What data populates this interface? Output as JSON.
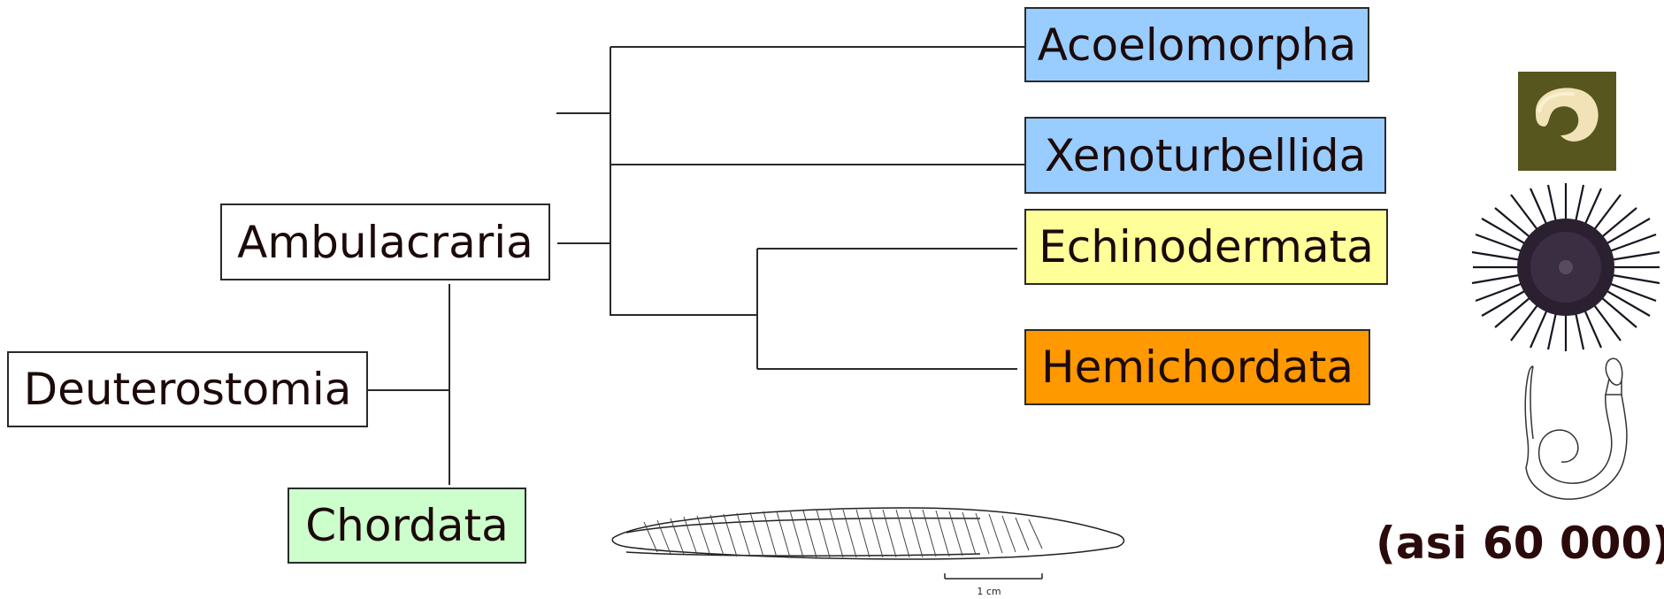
{
  "taxa": {
    "acoelomorpha": "Acoelomorpha",
    "xenoturbellida": "Xenoturbellida",
    "echinodermata": "Echinodermata",
    "hemichordata": "Hemichordata",
    "ambulacraria": "Ambulacraria",
    "deuterostomia": "Deuterostomia",
    "chordata": "Chordata"
  },
  "species_count": "(asi 60 000)",
  "scale_bar_label": "1 cm",
  "colors": {
    "acoelomorpha": "#99ccff",
    "xenoturbellida": "#99ccff",
    "echinodermata": "#ffff99",
    "hemichordata": "#ff9900",
    "chordata": "#ccffcc",
    "tree_lines": "#2a2a2a"
  },
  "images": {
    "worm_photo": "xenoturbella-photo",
    "sea_urchin": "sea-urchin-photo",
    "acorn_worm": "acorn-worm-drawing",
    "lancelet": "lancelet-drawing"
  }
}
